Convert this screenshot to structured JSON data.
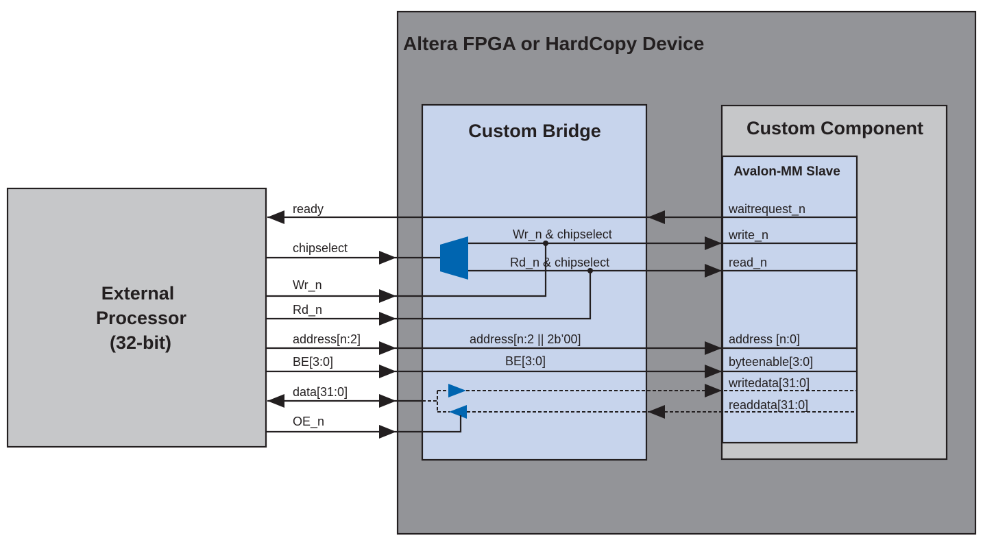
{
  "diagram": {
    "fpga_title": "Altera FPGA or HardCopy Device",
    "processor": {
      "line1": "External",
      "line2": "Processor",
      "line3": "(32-bit)"
    },
    "bridge_title": "Custom Bridge",
    "component_title": "Custom Component",
    "slave_title": "Avalon-MM Slave",
    "processor_signals": {
      "ready": "ready",
      "chipselect": "chipselect",
      "wr_n": "Wr_n",
      "rd_n": "Rd_n",
      "address": "address[n:2]",
      "be": "BE[3:0]",
      "data": "data[31:0]",
      "oe_n": "OE_n"
    },
    "bridge_signals": {
      "wr_cs": "Wr_n & chipselect",
      "rd_cs": "Rd_n & chipselect",
      "address": "address[n:2 || 2b’00]",
      "be": "BE[3:0]"
    },
    "slave_signals": {
      "waitrequest": "waitrequest_n",
      "write": "write_n",
      "read": "read_n",
      "address": "address [n:0]",
      "byteenable": "byteenable[3:0]",
      "writedata": "writedata[31:0]",
      "readdata": "readdata[31:0]"
    },
    "colors": {
      "fpga_fill": "#939498",
      "processor_fill": "#c6c7c9",
      "bridge_fill": "#c7d4ec",
      "component_fill": "#c6c7c9",
      "slave_fill": "#c7d4ec",
      "accent_blue": "#0065b0",
      "line": "#231f20"
    }
  }
}
